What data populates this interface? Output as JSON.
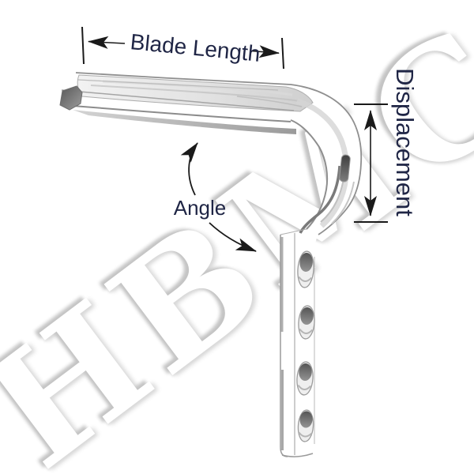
{
  "diagram": {
    "type": "technical-illustration",
    "subject": "Angled blade plate (orthopedic bone plate implant), side view with dimension callouts",
    "labels": {
      "blade_length": "Blade Length",
      "displacement": "Displacement",
      "angle": "Angle"
    },
    "watermark": "HBMC",
    "plate": {
      "screw_holes_visible": 4,
      "side_slot_visible": 1
    },
    "colors": {
      "background": "#ffffff",
      "label_text": "#1f2545",
      "dimension_lines": "#1a1a1a",
      "metal_outline": "#8f8f8f",
      "metal_shade_light": "#d2d2d2",
      "metal_shade_dark": "#5f5f5f",
      "watermark_shadow": "#c4c4c4"
    }
  }
}
